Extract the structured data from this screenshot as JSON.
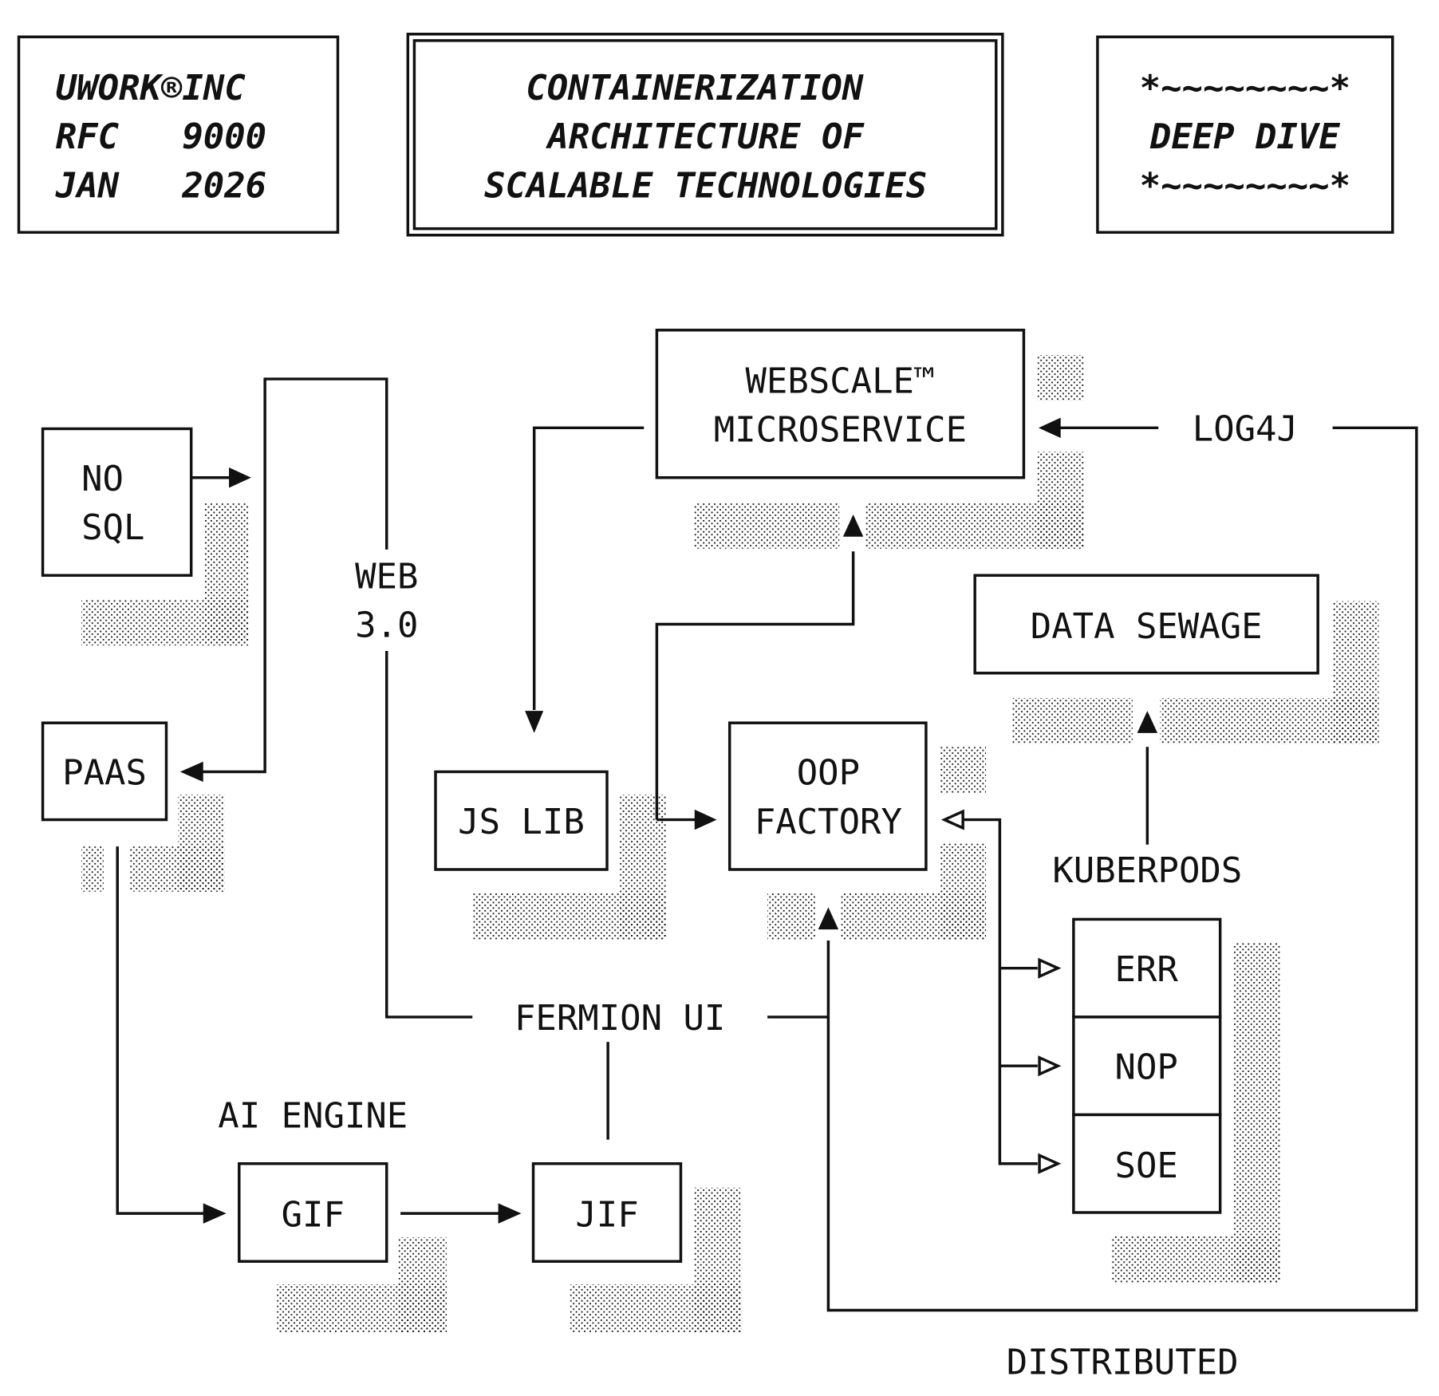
{
  "header": {
    "left_box": {
      "lines": [
        "UWORK®INC",
        "RFC   9000",
        "JAN   2026"
      ]
    },
    "title_box": {
      "lines": [
        "CONTAINERIZATION",
        "ARCHITECTURE OF",
        "SCALABLE TECHNOLOGIES"
      ]
    },
    "right_box": {
      "lines": [
        "*~~~~~~~~*",
        "DEEP DIVE",
        "*~~~~~~~~*"
      ]
    }
  },
  "nodes": {
    "nosql": [
      "NO",
      "SQL"
    ],
    "paas": "PAAS",
    "webscale": [
      "WEBSCALE™",
      "MICROSERVICE"
    ],
    "jslib": "JS LIB",
    "oop": [
      "OOP",
      "FACTORY"
    ],
    "data_sewage": "DATA SEWAGE",
    "err": "ERR",
    "nop": "NOP",
    "soe": "SOE",
    "gif": "GIF",
    "jif": "JIF"
  },
  "labels": {
    "web30": [
      "WEB",
      "3.0"
    ],
    "log4j": "LOG4J",
    "kuberpods": "KUBERPODS",
    "fermion_ui": "FERMION UI",
    "ai_engine": "AI ENGINE",
    "distributed": "DISTRIBUTED"
  },
  "icons": {
    "arrow_filled": "filled-triangle-arrow",
    "arrow_open": "open-triangle-arrow",
    "shadow": "dotted-drop-shadow"
  }
}
